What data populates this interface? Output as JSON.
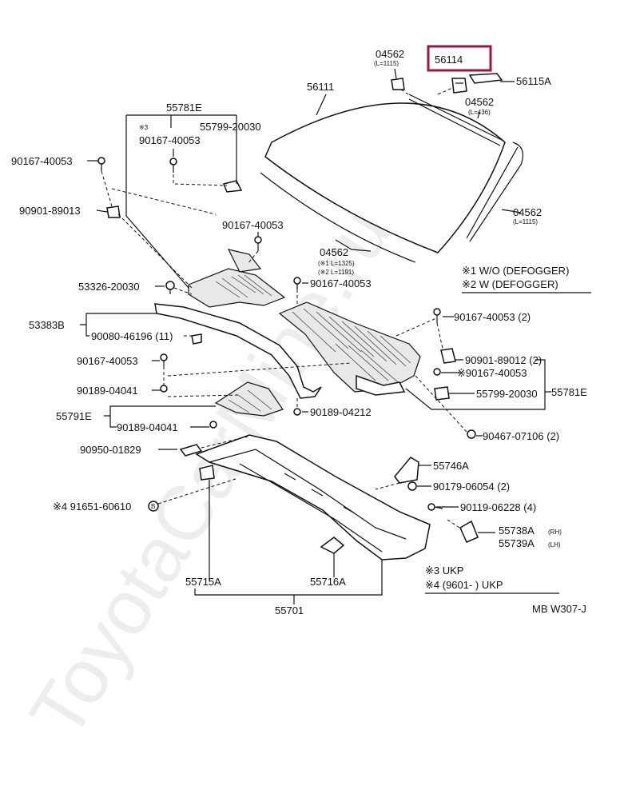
{
  "watermark": "ToyotaCarMine.ru",
  "highlight_color": "#a0143c",
  "labels": {
    "l_04562_top": "04562",
    "l_04562_top_sub": "(L=1115)",
    "l_56114": "56114",
    "l_56115A": "56115A",
    "l_56111": "56111",
    "l_04562_mid": "04562",
    "l_04562_mid_sub": "(L=436)",
    "l_55781E_top": "55781E",
    "l_note3": "※3",
    "l_55799_top": "55799-20030",
    "l_90167_a": "90167-40053",
    "l_90167_left": "90167-40053",
    "l_90901_left": "90901-89013",
    "l_90167_b": "90167-40053",
    "l_04562_right": "04562",
    "l_04562_right_sub": "(L=1115)",
    "l_04562_bottom": "04562",
    "l_04562_bottom_sub1": "(※1 L=1325)",
    "l_04562_bottom_sub2": "(※2 L=1191)",
    "l_legend1": "※1 W/O (DEFOGGER)",
    "l_legend2": "※2 W (DEFOGGER)",
    "l_53326": "53326-20030",
    "l_90167_c": "90167-40053",
    "l_53383B": "53383B",
    "l_90080": "90080-46196 (11)",
    "l_90167_d": "90167-40053 (2)",
    "l_90167_e": "90167-40053",
    "l_90901_r": "90901-89012 (2)",
    "l_90167_f": "※90167-40053",
    "l_90189_a": "90189-04041",
    "l_55799_r": "55799-20030",
    "l_55781E_r": "55781E",
    "l_55791E": "55791E",
    "l_90189_b": "90189-04041",
    "l_90189_c": "90189-04212",
    "l_90467": "90467-07106 (2)",
    "l_90950": "90950-01829",
    "l_55746A": "55746A",
    "l_90179": "90179-06054 (2)",
    "l_91651": "※4 91651-60610",
    "l_90119": "90119-06228 (4)",
    "l_55738A": "55738A",
    "l_55738A_sub": "(RH)",
    "l_55739A": "55739A",
    "l_55739A_sub": "(LH)",
    "l_55715A": "55715A",
    "l_55716A": "55716A",
    "l_legend3": "※3  UKP",
    "l_legend4": "※4  (9601-        ) UKP",
    "l_55701": "55701",
    "l_ref": "MB W307-J"
  }
}
